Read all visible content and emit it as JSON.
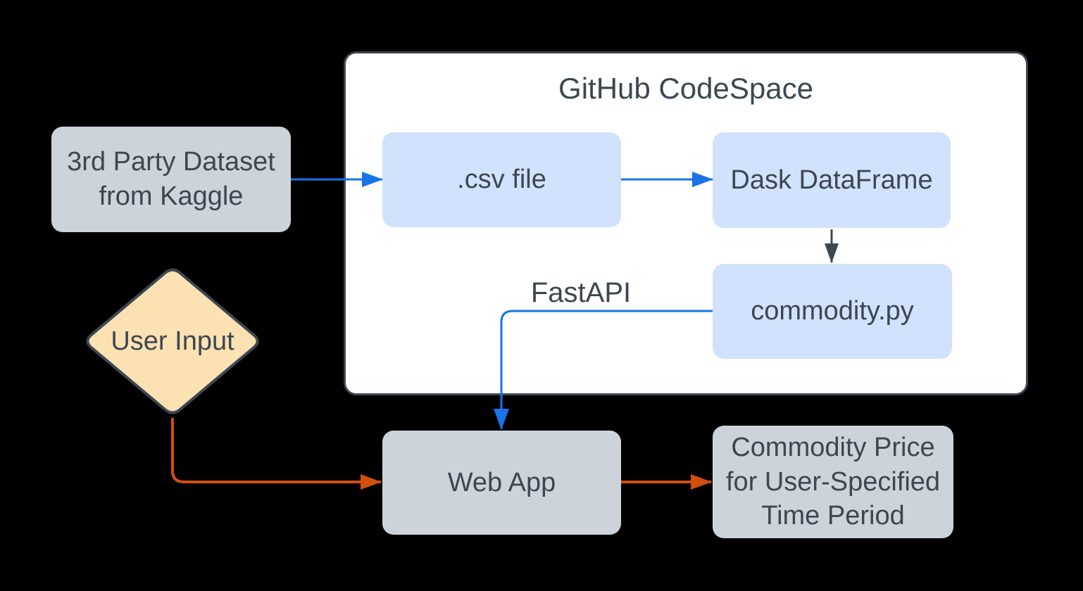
{
  "container": {
    "title": "GitHub CodeSpace"
  },
  "nodes": {
    "kaggle": {
      "lines": [
        "3rd Party Dataset",
        "from Kaggle"
      ],
      "shape": "rounded-rect",
      "fill": "#ccd3db"
    },
    "csv": {
      "label": ".csv file",
      "shape": "rounded-rect",
      "fill": "#d1e2fc"
    },
    "dask": {
      "label": "Dask DataFrame",
      "shape": "rounded-rect",
      "fill": "#d1e2fc"
    },
    "commodity": {
      "label": "commodity.py",
      "shape": "rounded-rect",
      "fill": "#d1e2fc"
    },
    "user_input": {
      "label": "User Input",
      "shape": "diamond",
      "fill": "#fce1b2"
    },
    "webapp": {
      "label": "Web App",
      "shape": "rounded-rect",
      "fill": "#ccd3db"
    },
    "output": {
      "lines": [
        "Commodity Price",
        "for User-Specified",
        "Time Period"
      ],
      "shape": "rounded-rect",
      "fill": "#ccd3db"
    }
  },
  "edges": {
    "fastapi_label": "FastAPI",
    "connections": [
      {
        "from": "kaggle",
        "to": "csv",
        "color": "#1a73e8",
        "label": ""
      },
      {
        "from": "csv",
        "to": "dask",
        "color": "#1a73e8",
        "label": ""
      },
      {
        "from": "dask",
        "to": "commodity",
        "color": "#3d4751",
        "label": ""
      },
      {
        "from": "commodity",
        "to": "webapp",
        "color": "#1a73e8",
        "label": "FastAPI"
      },
      {
        "from": "user_input",
        "to": "webapp",
        "color": "#d0500c",
        "label": ""
      },
      {
        "from": "webapp",
        "to": "output",
        "color": "#d0500c",
        "label": ""
      }
    ]
  },
  "colors": {
    "background": "#000000",
    "container_fill": "#ffffff",
    "container_border": "#3d4751",
    "process_fill": "#ccd3db",
    "data_fill": "#d1e2fc",
    "decision_fill": "#fce1b2",
    "text": "#3d4751",
    "arrow_blue": "#1a73e8",
    "arrow_orange": "#d0500c",
    "arrow_dark": "#3d4751"
  }
}
